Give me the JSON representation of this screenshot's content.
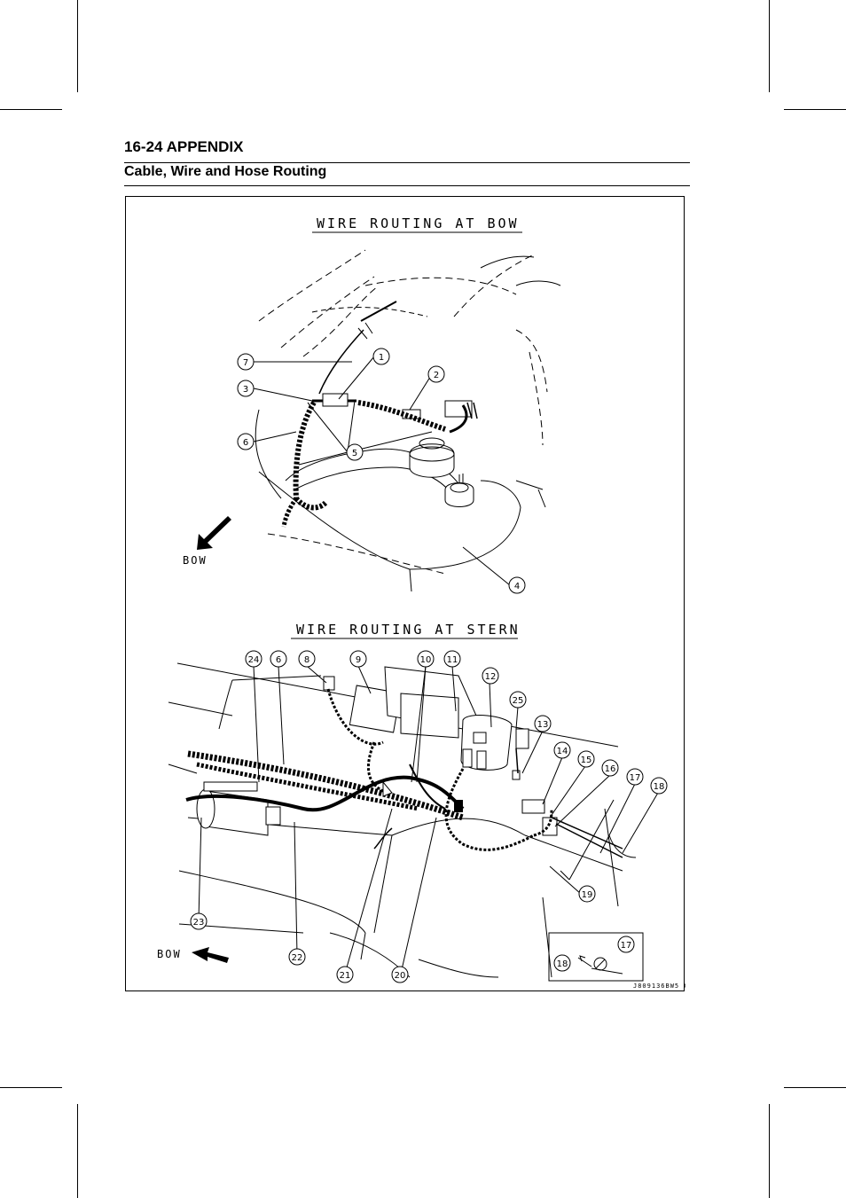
{
  "header": {
    "page_number": "16-24 APPENDIX",
    "section_title": "Cable, Wire and Hose Routing"
  },
  "figure": {
    "bow_title": "WIRE ROUTING AT BOW",
    "stern_title": "WIRE ROUTING AT STERN",
    "bow_label_top": "BOW",
    "bow_label_bottom": "BOW",
    "drawing_code": "J809136BW5 C",
    "bow_callouts": [
      "1",
      "2",
      "3",
      "4",
      "5",
      "6",
      "7"
    ],
    "stern_callouts": [
      "24",
      "6",
      "8",
      "9",
      "10",
      "11",
      "12",
      "25",
      "13",
      "14",
      "15",
      "16",
      "17",
      "18",
      "19",
      "23",
      "22",
      "21",
      "20"
    ],
    "inset_callouts": [
      "17",
      "18"
    ]
  }
}
